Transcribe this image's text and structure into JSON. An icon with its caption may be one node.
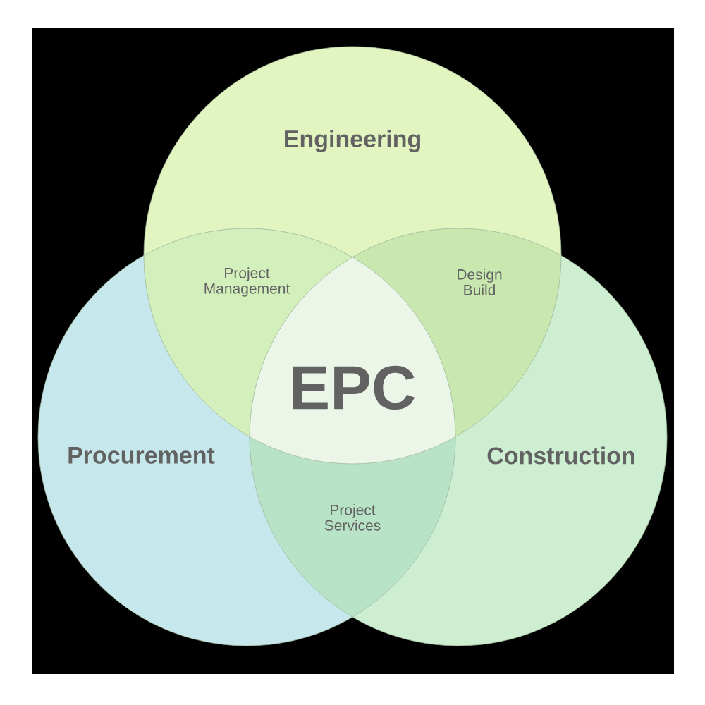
{
  "diagram": {
    "nodes": [
      {
        "text": [
          "Engineering"
        ]
      },
      {
        "text": [
          "Procurement"
        ]
      },
      {
        "text": [
          "Construction"
        ]
      },
      {
        "text": [
          "Project Management"
        ]
      },
      {
        "text": [
          "Design Build"
        ]
      },
      {
        "text": [
          "Project Services"
        ]
      },
      {
        "text": [
          "EPC"
        ]
      }
    ]
  }
}
